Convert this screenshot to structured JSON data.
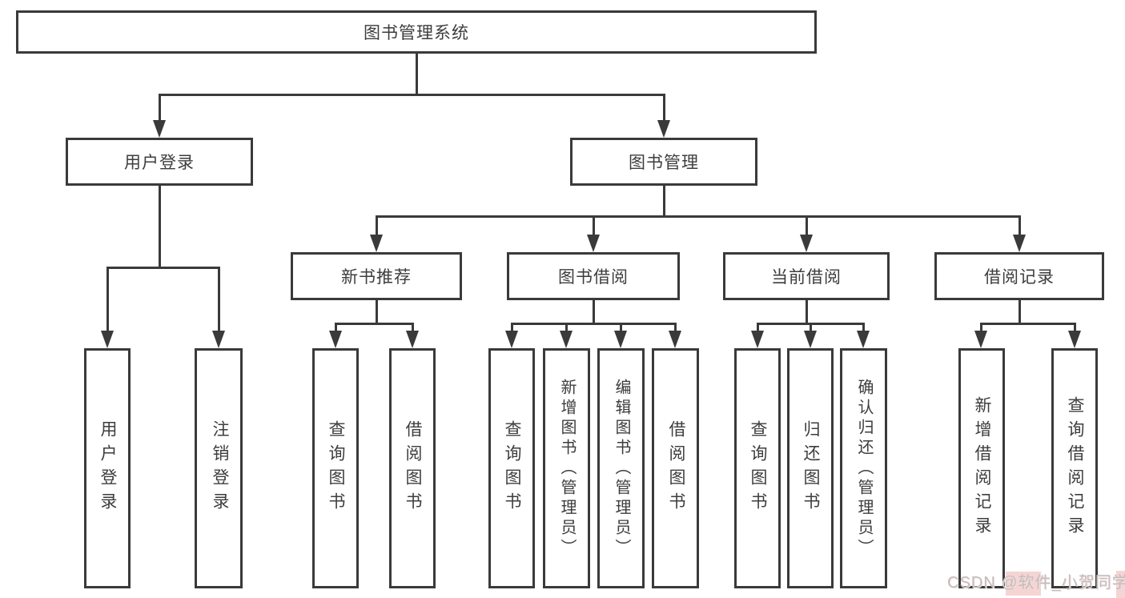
{
  "diagram": {
    "type": "tree",
    "direction": "top-down",
    "root": {
      "label": "图书管理系统",
      "children": [
        {
          "label": "用户登录",
          "children": [
            {
              "label": "用户登录"
            },
            {
              "label": "注销登录"
            }
          ]
        },
        {
          "label": "图书管理",
          "children": [
            {
              "label": "新书推荐",
              "children": [
                {
                  "label": "查询图书"
                },
                {
                  "label": "借阅图书"
                }
              ]
            },
            {
              "label": "图书借阅",
              "children": [
                {
                  "label": "查询图书"
                },
                {
                  "label": "新增图书（管理员）"
                },
                {
                  "label": "编辑图书（管理员）"
                },
                {
                  "label": "借阅图书"
                }
              ]
            },
            {
              "label": "当前借阅",
              "children": [
                {
                  "label": "查询图书"
                },
                {
                  "label": "归还图书"
                },
                {
                  "label": "确认归还（管理员）"
                }
              ]
            },
            {
              "label": "借阅记录",
              "children": [
                {
                  "label": "新增借阅记录"
                },
                {
                  "label": "查询借阅记录"
                }
              ]
            }
          ]
        }
      ]
    }
  },
  "watermark": {
    "text": "CSDN @软件_小贺同学"
  },
  "colors": {
    "line": "#3a3a3a",
    "box_border": "#3a3a3a",
    "box_background": "#ffffff",
    "text": "#3d3d3d",
    "page_background": "#ffffff",
    "watermark_text": "#c6bcbc",
    "watermark_highlight": "#f6d4d4"
  }
}
